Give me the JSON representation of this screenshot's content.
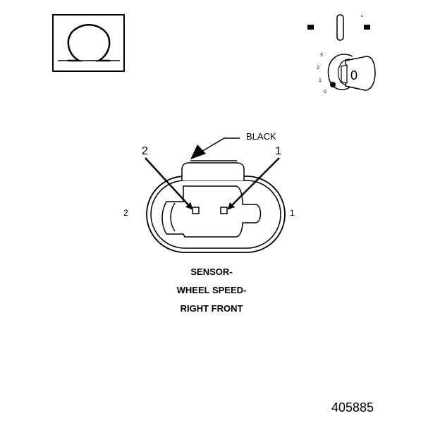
{
  "meter": {
    "symbol": "Ω"
  },
  "ignition": {
    "positions": [
      "3",
      "2",
      "1",
      "0"
    ],
    "key_label": "0"
  },
  "connector": {
    "wire_color": "BLACK",
    "pin_callouts": [
      "2",
      "1"
    ],
    "side_labels": [
      "2",
      "1"
    ]
  },
  "caption": {
    "lines": [
      "SENSOR-",
      "WHEEL SPEED-",
      "RIGHT FRONT"
    ]
  },
  "figure_number": "405885",
  "colors": {
    "ink": "#000000",
    "background": "#ffffff"
  }
}
